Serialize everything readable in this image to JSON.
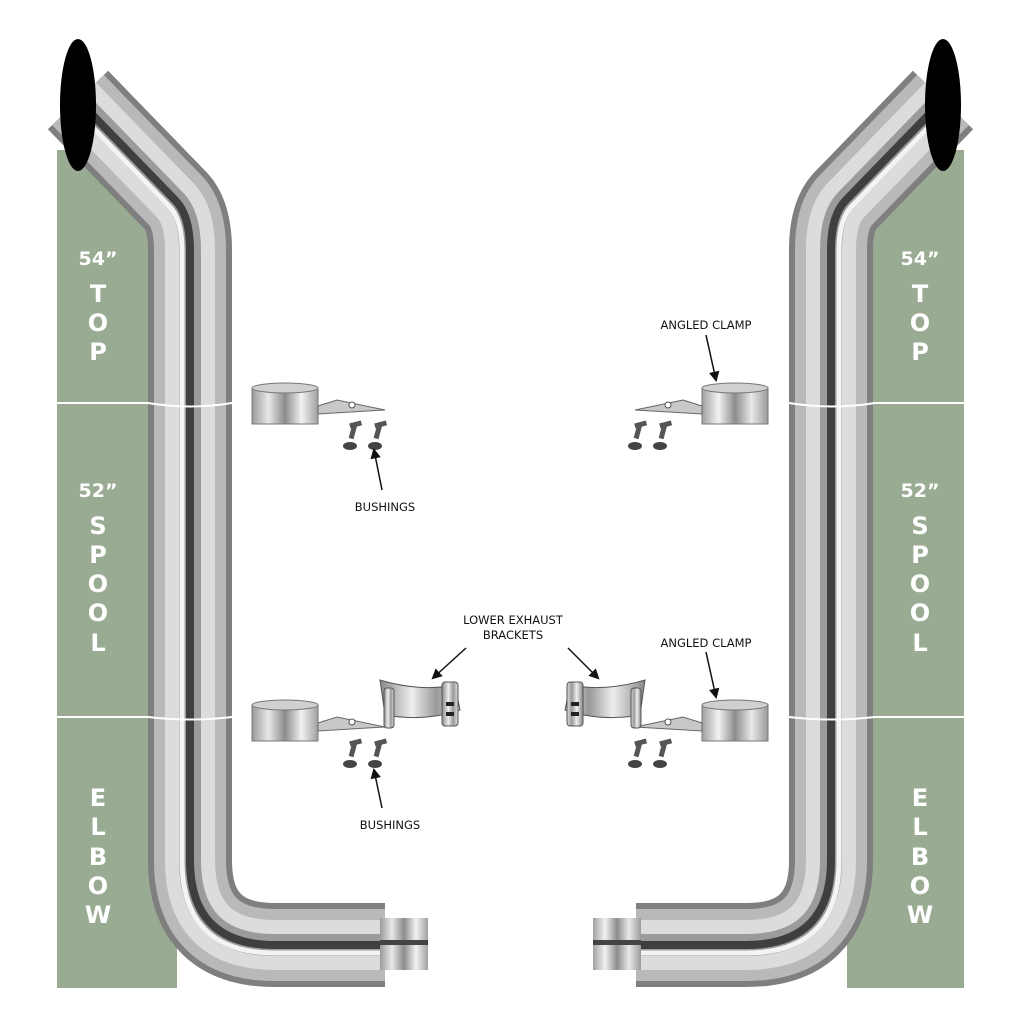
{
  "title": "Exhaust stack kit diagram",
  "colors": {
    "panel": "#9aab93",
    "pipe_dark": "#4a4a4a",
    "pipe_light": "#e6e6e6",
    "mouth": "#000000"
  },
  "sections": [
    {
      "size": "54”",
      "letters": [
        "T",
        "O",
        "P"
      ]
    },
    {
      "size": "52”",
      "letters": [
        "S",
        "P",
        "O",
        "O",
        "L"
      ]
    },
    {
      "size": "",
      "letters": [
        "E",
        "L",
        "B",
        "O",
        "W"
      ]
    }
  ],
  "callouts": {
    "bushings_top": "BUSHINGS",
    "bushings_bottom": "BUSHINGS",
    "angled_clamp_top": "ANGLED CLAMP",
    "angled_clamp_bottom": "ANGLED CLAMP",
    "lower_brackets_line1": "LOWER EXHAUST",
    "lower_brackets_line2": "BRACKETS"
  }
}
